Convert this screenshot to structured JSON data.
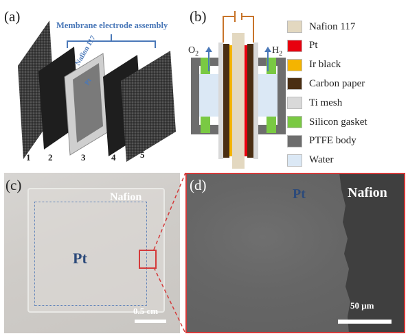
{
  "panels": {
    "a": {
      "label": "(a)",
      "title": "Membrane electrode assembly",
      "membrane_label": "Nafion 117",
      "pt_label": "Pt",
      "numbers": [
        "1",
        "2",
        "3",
        "4",
        "5"
      ]
    },
    "b": {
      "label": "(b)",
      "o2": "O",
      "o2_sub": "2",
      "h2": "H",
      "h2_sub": "2"
    },
    "c": {
      "label": "(c)",
      "nafion": "Nafion",
      "pt": "Pt",
      "scale": "0.5 cm"
    },
    "d": {
      "label": "(d)",
      "pt": "Pt",
      "nafion": "Nafion",
      "scale": "50 μm"
    }
  },
  "legend": [
    {
      "label": "Nafion 117",
      "color": "#e3d8c0"
    },
    {
      "label": "Pt",
      "color": "#e8000e"
    },
    {
      "label": "Ir black",
      "color": "#f4b400"
    },
    {
      "label": "Carbon paper",
      "color": "#4a2e12"
    },
    {
      "label": "Ti mesh",
      "color": "#d9d9d9"
    },
    {
      "label": "Silicon gasket",
      "color": "#7ac943"
    },
    {
      "label": "PTFE body",
      "color": "#6d6d6d"
    },
    {
      "label": "Water",
      "color": "#dbe8f5"
    }
  ],
  "colors": {
    "accent_blue": "#4a78b8",
    "pt_text": "#2c4a7a",
    "box_red": "#d43a3a",
    "wire": "#c8742a"
  }
}
